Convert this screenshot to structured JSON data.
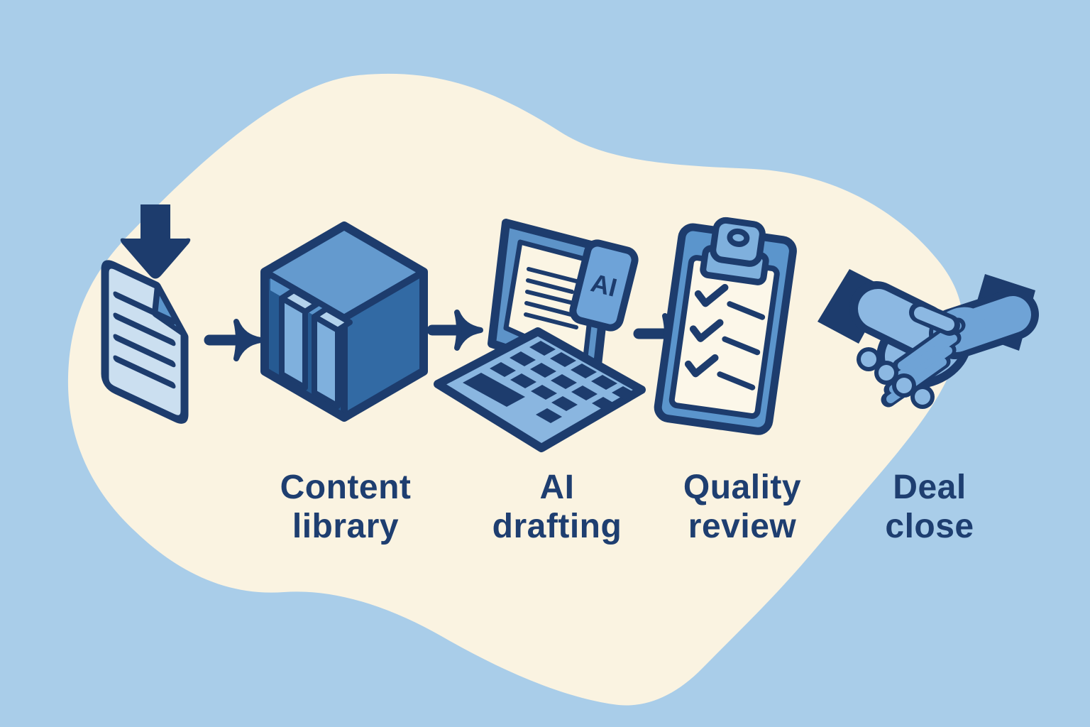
{
  "diagram": {
    "background_color": "#a9cde9",
    "blob_color": "#faf3e1",
    "outline_color": "#1d3c6d",
    "text_color": "#1e3e70",
    "steps": [
      {
        "id": "source-document",
        "icon": "document-download-icon",
        "label_lines": []
      },
      {
        "id": "content-library",
        "icon": "content-library-cube-icon",
        "label_lines": [
          "Content",
          "library"
        ]
      },
      {
        "id": "ai-drafting",
        "icon": "ai-laptop-icon",
        "badge_text": "AI",
        "label_lines": [
          "AI",
          "drafting"
        ]
      },
      {
        "id": "quality-review",
        "icon": "quality-review-clipboard-icon",
        "label_lines": [
          "Quality",
          "review"
        ]
      },
      {
        "id": "deal-close",
        "icon": "handshake-icon",
        "label_lines": [
          "Deal",
          "close"
        ]
      }
    ],
    "connectors": [
      {
        "from": "source-document",
        "to": "content-library",
        "type": "arrow-right"
      },
      {
        "from": "content-library",
        "to": "ai-drafting",
        "type": "arrow-right"
      },
      {
        "from": "ai-drafting",
        "to": "quality-review",
        "type": "arrow-right"
      }
    ],
    "details": {
      "document_text_lines": 4,
      "screen_text_lines": 5,
      "checklist_items": 3
    }
  }
}
